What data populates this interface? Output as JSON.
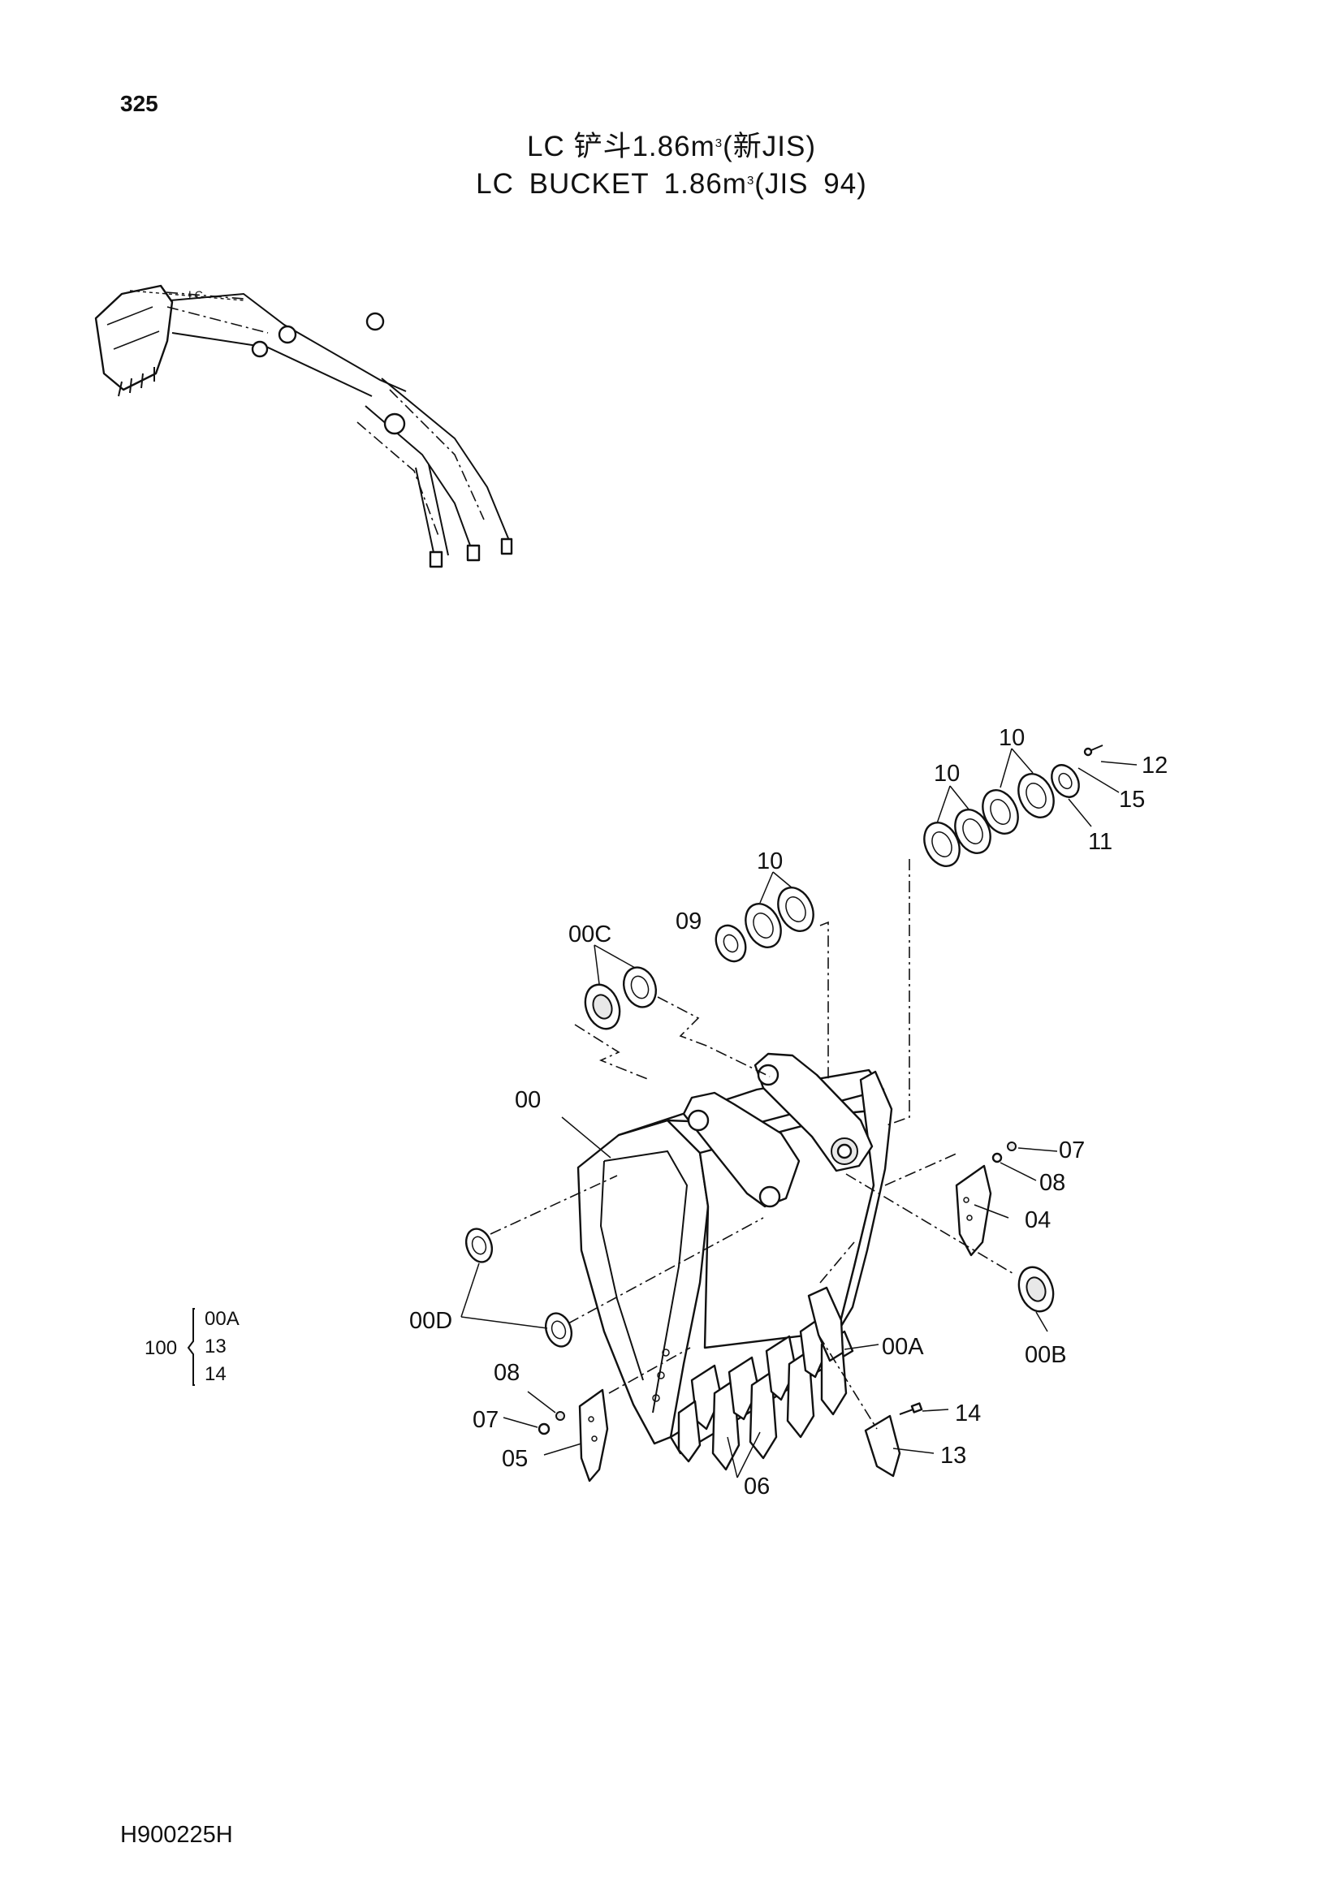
{
  "page_number": "325",
  "title": {
    "cn_prefix": "LC 铲斗1.86m",
    "cn_suffix": "(新JIS)",
    "en_prefix": "LC  BUCKET  1.86m",
    "en_suffix": "(JIS 94)",
    "superscript": "3"
  },
  "document_code": "H900225H",
  "kit": {
    "number": "100",
    "items": [
      "00A",
      "13",
      "14"
    ]
  },
  "callouts": {
    "c12": "12",
    "c15": "15",
    "c11": "11",
    "c10_top": "10",
    "c10_upper_left": "10",
    "c10_mid": "10",
    "c00C": "00C",
    "c09": "09",
    "c00": "00",
    "c07_right": "07",
    "c08_right": "08",
    "c04": "04",
    "c00D": "00D",
    "c00A": "00A",
    "c00B": "00B",
    "c08_left": "08",
    "c07_left": "07",
    "c05": "05",
    "c06": "06",
    "c14": "14",
    "c13": "13"
  }
}
